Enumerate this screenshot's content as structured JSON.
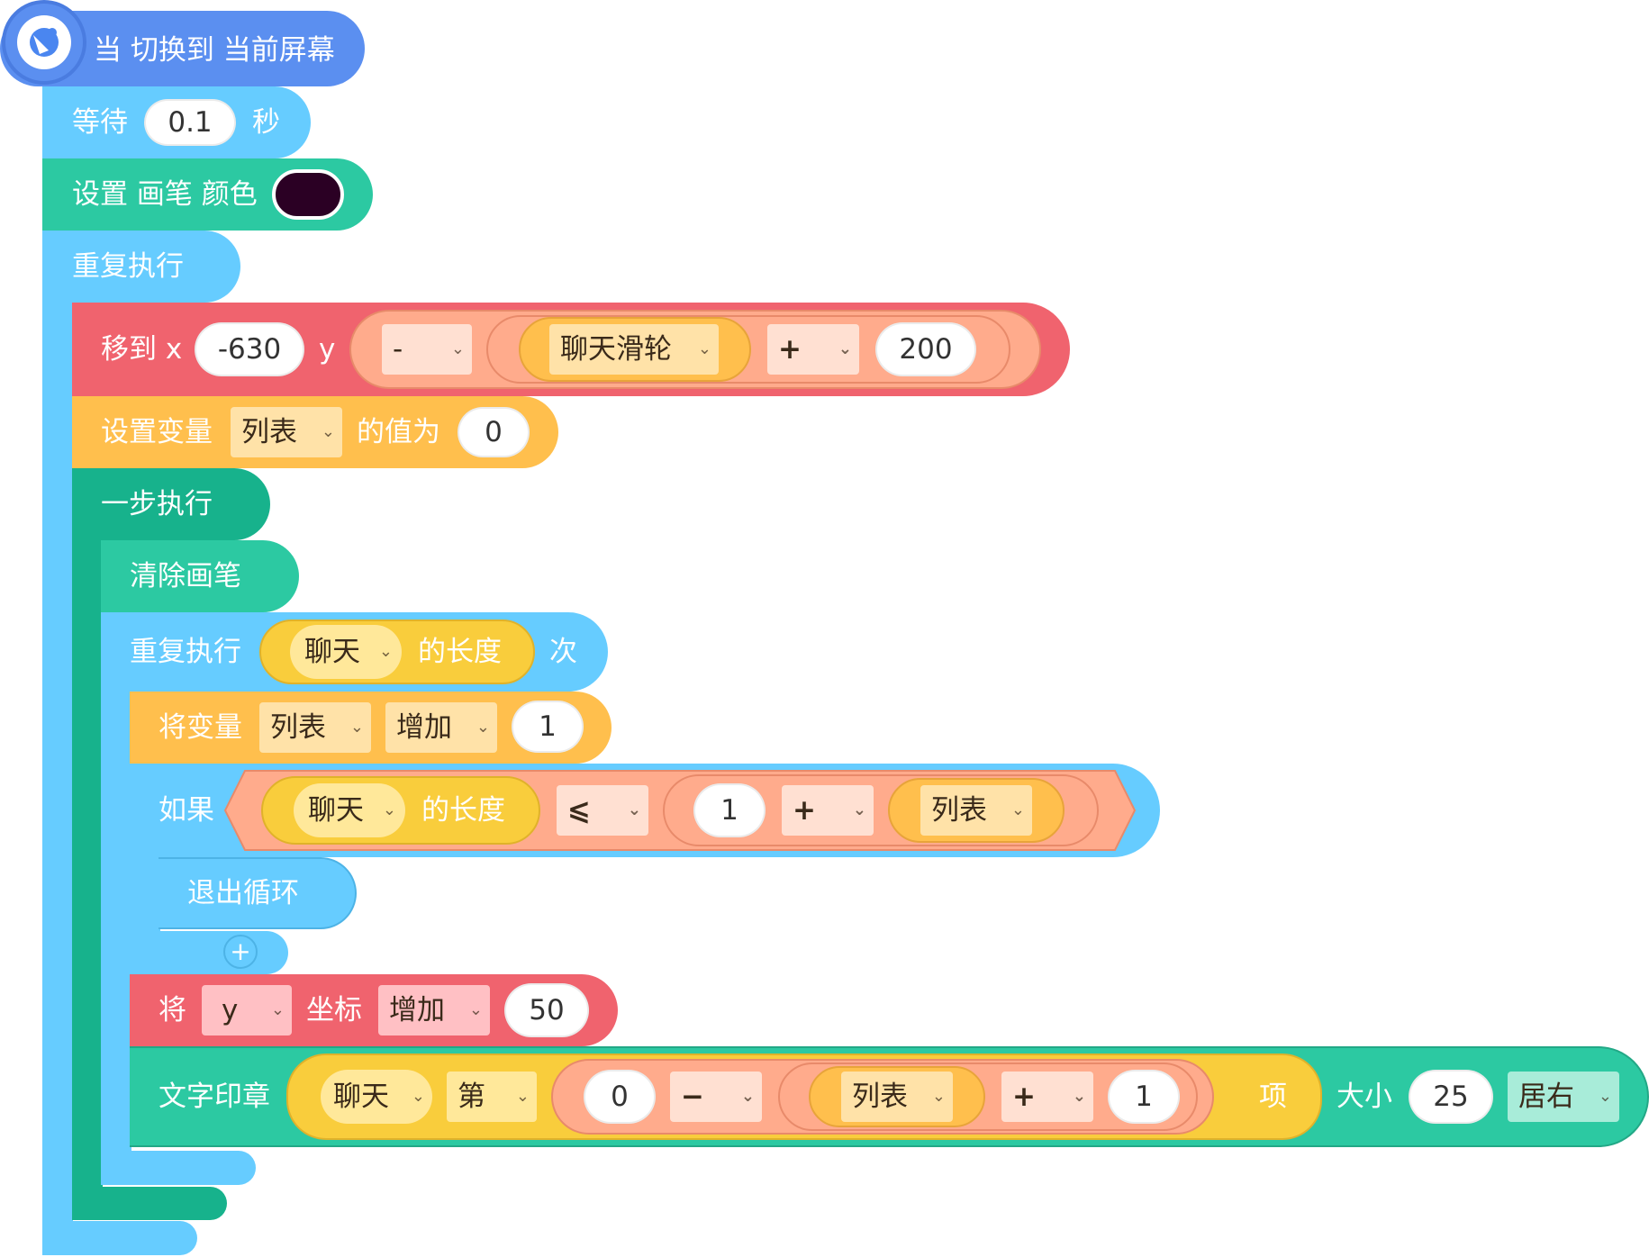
{
  "event": {
    "label": "当 切换到 当前屏幕"
  },
  "wait": {
    "label": "等待",
    "value": "0.1",
    "unit": "秒"
  },
  "pen_color": {
    "label": "设置 画笔 颜色",
    "color": "#2b0024"
  },
  "forever": {
    "label": "重复执行"
  },
  "goto": {
    "label_x": "移到 x",
    "x_value": "-630",
    "label_y": "y",
    "minus_op": "-",
    "scroll_var": "聊天滑轮",
    "plus_op": "+",
    "offset": "200"
  },
  "set_var": {
    "label": "设置变量",
    "var": "列表",
    "label2": "的值为",
    "value": "0"
  },
  "step": {
    "label": "一步执行"
  },
  "clear": {
    "label": "清除画笔"
  },
  "repeat": {
    "label": "重复执行",
    "list": "聊天",
    "length_label": "的长度",
    "times": "次"
  },
  "change_var": {
    "label": "将变量",
    "var": "列表",
    "op": "增加",
    "value": "1"
  },
  "if_block": {
    "label": "如果",
    "list": "聊天",
    "length_label": "的长度",
    "cmp": "⩽",
    "num": "1",
    "plus": "+",
    "var": "列表"
  },
  "break": {
    "label": "退出循环"
  },
  "add_icon": "plus-icon",
  "change_y": {
    "label": "将",
    "axis": "y",
    "label2": "坐标",
    "op": "增加",
    "value": "50"
  },
  "stamp": {
    "label": "文字印章",
    "list": "聊天",
    "nth": "第",
    "zero": "0",
    "minus": "−",
    "var": "列表",
    "plus": "+",
    "one": "1",
    "item": "项",
    "size_label": "大小",
    "size": "25",
    "align": "居右"
  },
  "colors": {
    "event": "#5b8ff0",
    "control": "#66ccff",
    "pen": "#2cc9a2",
    "motion": "#f0636e",
    "operator": "#ff9e7a",
    "data": "#ffbf4d",
    "step": "#17b28c",
    "list": "#f9cd3c"
  }
}
